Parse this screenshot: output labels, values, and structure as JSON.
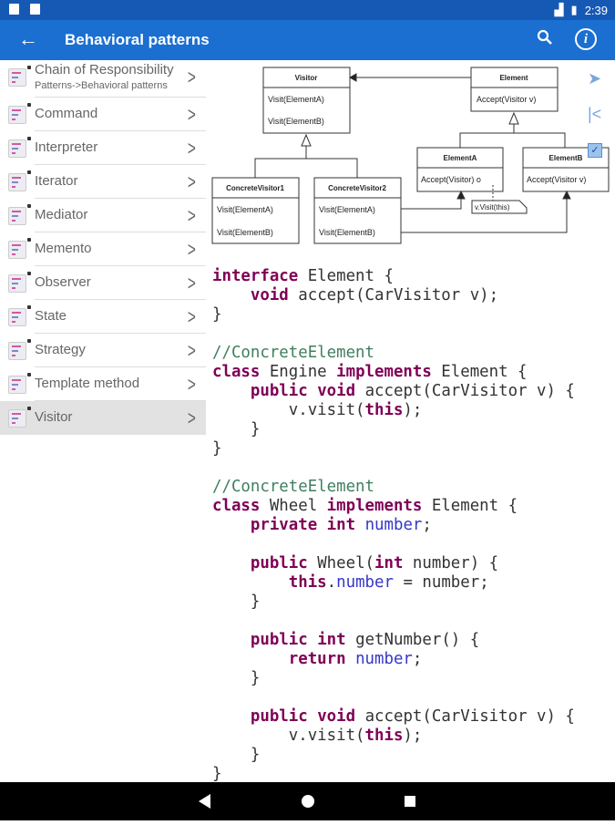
{
  "status": {
    "time": "2:39"
  },
  "toolbar": {
    "title": "Behavioral patterns",
    "back_icon": "arrow-back-icon",
    "search_icon": "search-icon",
    "info_icon": "info-icon"
  },
  "sidebar": {
    "items": [
      {
        "label": "Chain of Responsibility",
        "sub": "Patterns->Behavioral patterns"
      },
      {
        "label": "Command"
      },
      {
        "label": "Interpreter"
      },
      {
        "label": "Iterator"
      },
      {
        "label": "Mediator"
      },
      {
        "label": "Memento"
      },
      {
        "label": "Observer"
      },
      {
        "label": "State"
      },
      {
        "label": "Strategy"
      },
      {
        "label": "Template method"
      },
      {
        "label": "Visitor",
        "selected": true
      }
    ]
  },
  "diagram": {
    "visitor": {
      "name": "Visitor",
      "m1": "Visit(ElementA)",
      "m2": "Visit(ElementB)"
    },
    "element": {
      "name": "Element",
      "m1": "Accept(Visitor v)"
    },
    "cv1": {
      "name": "ConcreteVisitor1",
      "m1": "Visit(ElementA)",
      "m2": "Visit(ElementB)"
    },
    "cv2": {
      "name": "ConcreteVisitor2",
      "m1": "Visit(ElementA)",
      "m2": "Visit(ElementB)"
    },
    "ea": {
      "name": "ElementA",
      "m1": "Accept(Visitor) o"
    },
    "eb": {
      "name": "ElementB",
      "m1": "Accept(Visitor v)"
    },
    "note": "v.Visit(this)"
  },
  "code": [
    [
      [
        "interface",
        "kw"
      ],
      [
        " Element {",
        ""
      ]
    ],
    [
      [
        "    ",
        ""
      ],
      [
        "void",
        "kw"
      ],
      [
        " accept(CarVisitor v);",
        ""
      ]
    ],
    [
      [
        "}",
        ""
      ]
    ],
    [],
    [
      [
        "//ConcreteElement",
        "cm"
      ]
    ],
    [
      [
        "class",
        "kw"
      ],
      [
        " Engine ",
        ""
      ],
      [
        "implements",
        "kw"
      ],
      [
        " Element {",
        ""
      ]
    ],
    [
      [
        "    ",
        ""
      ],
      [
        "public",
        "kw"
      ],
      [
        " ",
        ""
      ],
      [
        "void",
        "kw"
      ],
      [
        " accept(CarVisitor v) {",
        ""
      ]
    ],
    [
      [
        "        v.visit(",
        ""
      ],
      [
        "this",
        "kw"
      ],
      [
        ");",
        ""
      ]
    ],
    [
      [
        "    }",
        ""
      ]
    ],
    [
      [
        "}",
        ""
      ]
    ],
    [],
    [
      [
        "//ConcreteElement",
        "cm"
      ]
    ],
    [
      [
        "class",
        "kw"
      ],
      [
        " Wheel ",
        ""
      ],
      [
        "implements",
        "kw"
      ],
      [
        " Element {",
        ""
      ]
    ],
    [
      [
        "    ",
        ""
      ],
      [
        "private",
        "kw"
      ],
      [
        " ",
        ""
      ],
      [
        "int",
        "kw"
      ],
      [
        " ",
        ""
      ],
      [
        "number",
        "fd"
      ],
      [
        ";",
        ""
      ]
    ],
    [],
    [
      [
        "    ",
        ""
      ],
      [
        "public",
        "kw"
      ],
      [
        " Wheel(",
        ""
      ],
      [
        "int",
        "kw"
      ],
      [
        " number) {",
        ""
      ]
    ],
    [
      [
        "        ",
        ""
      ],
      [
        "this",
        "kw"
      ],
      [
        ".",
        ""
      ],
      [
        "number",
        "fd"
      ],
      [
        " = number;",
        ""
      ]
    ],
    [
      [
        "    }",
        ""
      ]
    ],
    [],
    [
      [
        "    ",
        ""
      ],
      [
        "public",
        "kw"
      ],
      [
        " ",
        ""
      ],
      [
        "int",
        "kw"
      ],
      [
        " getNumber() {",
        ""
      ]
    ],
    [
      [
        "        ",
        ""
      ],
      [
        "return",
        "kw"
      ],
      [
        " ",
        ""
      ],
      [
        "number",
        "fd"
      ],
      [
        ";",
        ""
      ]
    ],
    [
      [
        "    }",
        ""
      ]
    ],
    [],
    [
      [
        "    ",
        ""
      ],
      [
        "public",
        "kw"
      ],
      [
        " ",
        ""
      ],
      [
        "void",
        "kw"
      ],
      [
        " accept(CarVisitor v) {",
        ""
      ]
    ],
    [
      [
        "        v.visit(",
        ""
      ],
      [
        "this",
        "kw"
      ],
      [
        ");",
        ""
      ]
    ],
    [
      [
        "    }",
        ""
      ]
    ],
    [
      [
        "}",
        ""
      ]
    ]
  ],
  "right_icons": [
    "send-icon",
    "first-page-icon",
    "checkbox-icon"
  ],
  "nav": {
    "back": "nav-back-icon",
    "home": "nav-home-icon",
    "recents": "nav-recents-icon"
  }
}
